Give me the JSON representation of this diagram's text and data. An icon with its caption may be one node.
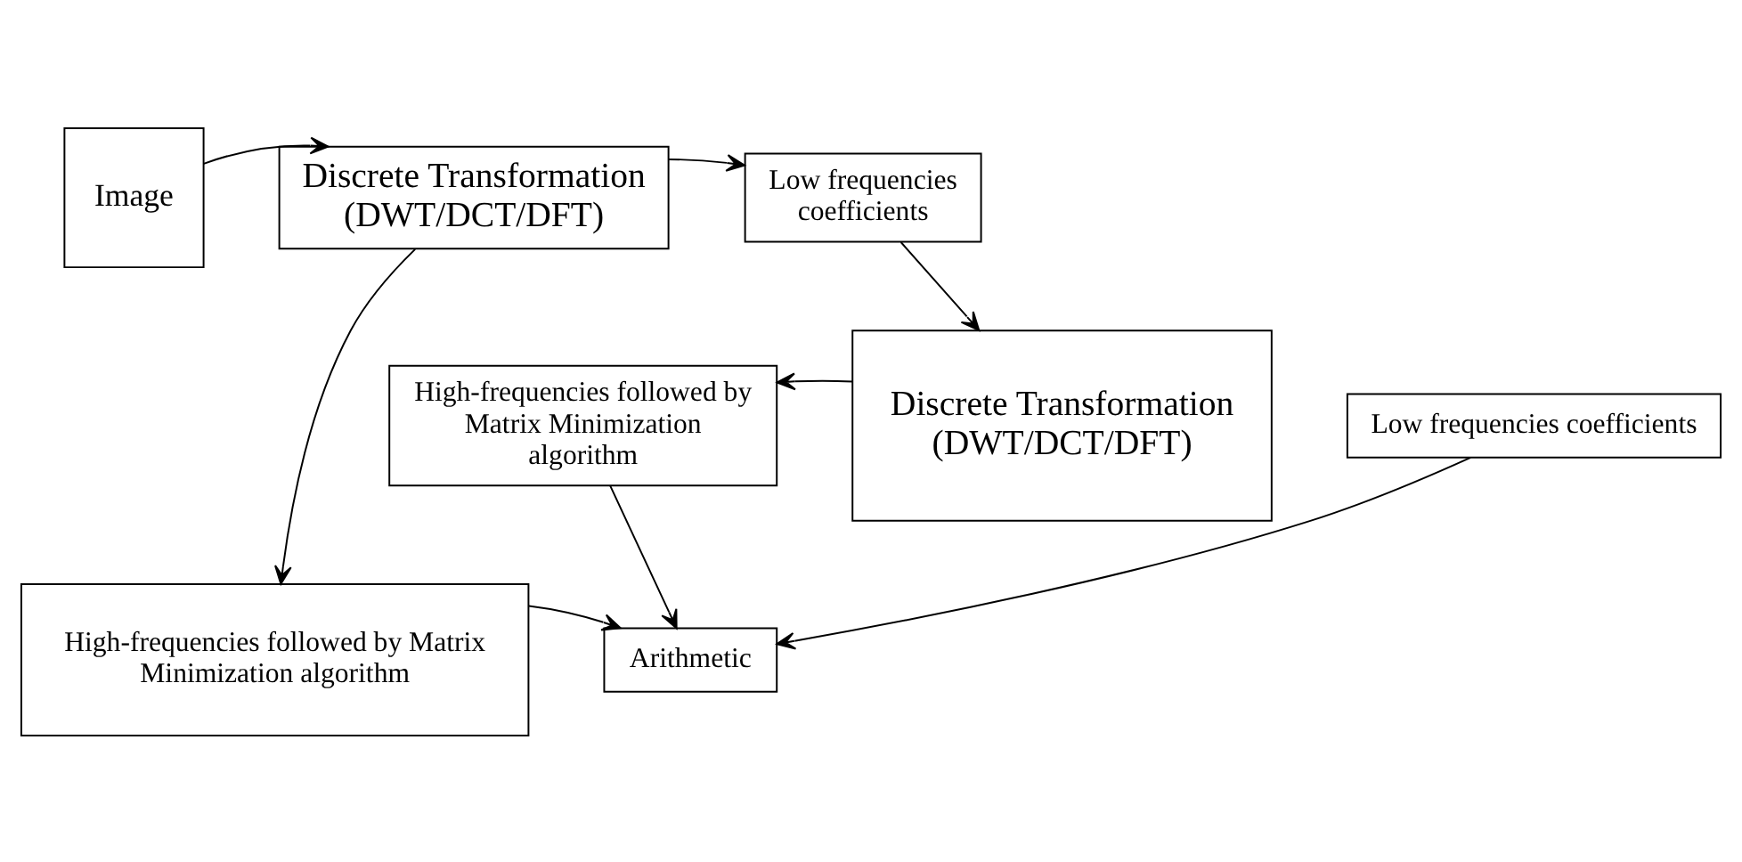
{
  "diagram": {
    "nodes": [
      {
        "text": [
          "Image"
        ]
      },
      {
        "text": [
          "Discrete Transformation (DWT/DCT/DFT)"
        ]
      },
      {
        "text": [
          "Low frequencies coefficients"
        ]
      },
      {
        "text": [
          "High-frequencies followed by Matrix Minimization algorithm"
        ]
      },
      {
        "text": [
          "Arithmetic"
        ]
      },
      {
        "text": [
          "Discrete Transformation (DWT/DCT/DFT)"
        ]
      },
      {
        "text": [
          "High-frequencies followed by Matrix Minimization algorithm"
        ]
      },
      {
        "text": [
          "Low frequencies coefficients"
        ]
      }
    ],
    "edges": [
      {
        "from": 0,
        "to": 1,
        "arrow": "to"
      },
      {
        "from": 1,
        "to": 2,
        "arrow": "to"
      },
      {
        "from": 1,
        "to": 3,
        "arrow": "to"
      },
      {
        "from": 3,
        "to": 4,
        "arrow": "to"
      },
      {
        "from": 2,
        "to": 5,
        "arrow": "to"
      },
      {
        "from": 5,
        "to": 6,
        "arrow": "to"
      },
      {
        "from": 6,
        "to": 4,
        "arrow": "to"
      },
      {
        "from": 7,
        "to": 4,
        "arrow": "to"
      }
    ]
  }
}
